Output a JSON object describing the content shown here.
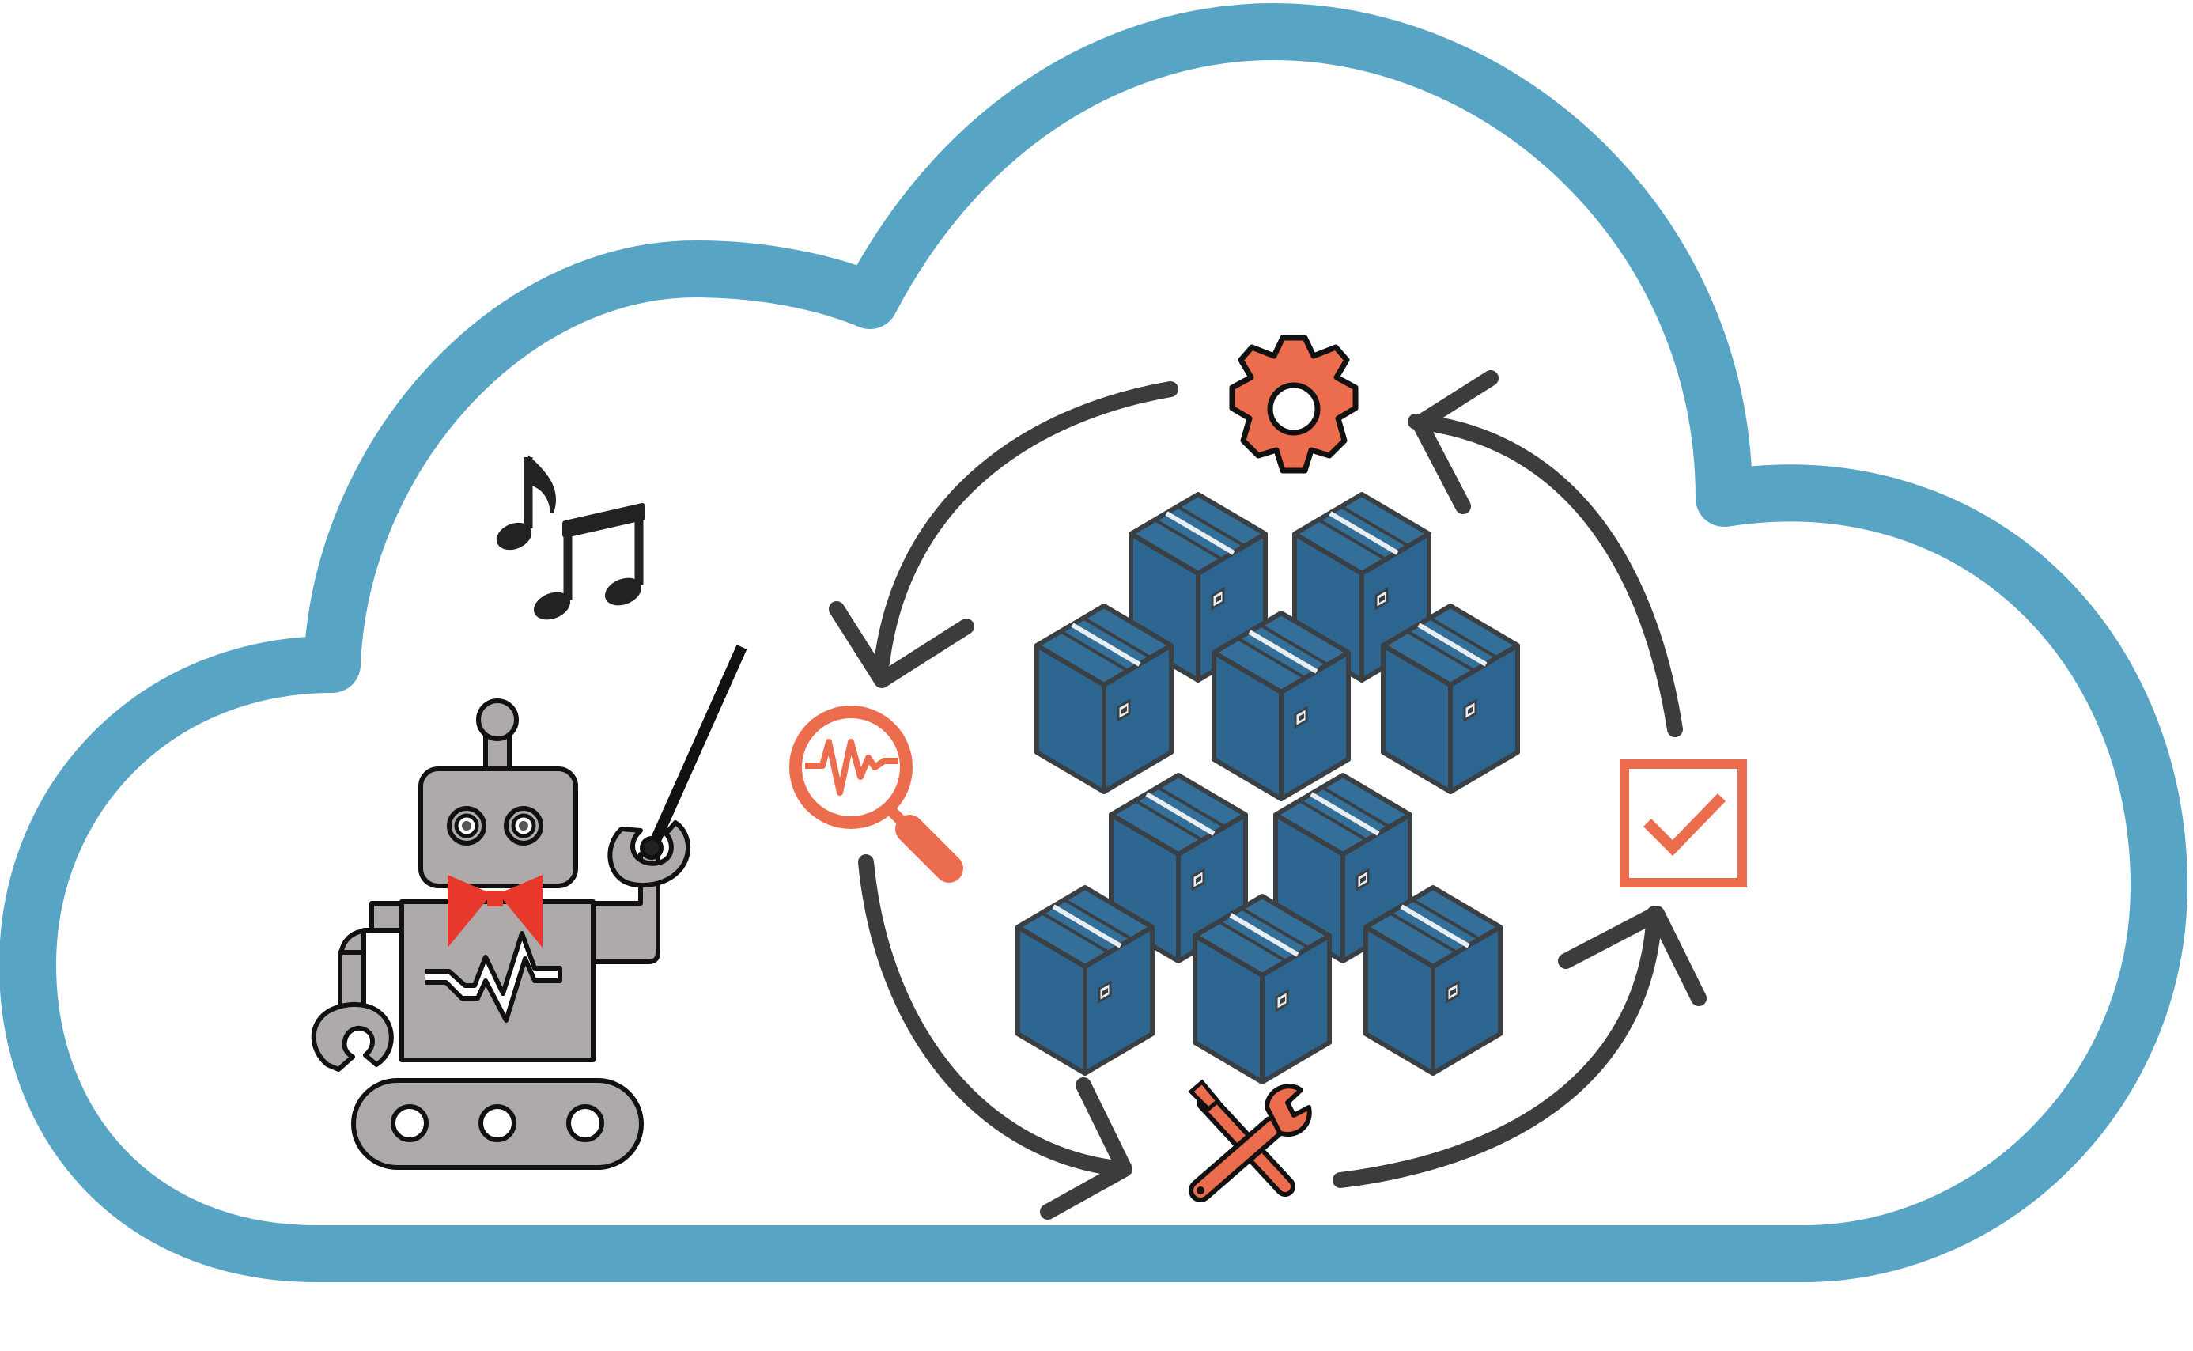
{
  "diagram": {
    "subject": "orchestration-robot-in-cloud",
    "colors": {
      "cloud_outline": "#58a4c4",
      "arrow": "#3c3c3c",
      "accent": "#ec6c4e",
      "box_face": "#2e6a93",
      "box_top": "#346f99",
      "box_stroke": "#3a3f44",
      "robot_body": "#aeaaaa",
      "bow_tie": "#e8372b",
      "outline": "#111111"
    },
    "cycle_steps": [
      {
        "id": "configure",
        "icon": "gear-icon"
      },
      {
        "id": "monitor",
        "icon": "magnifier-pulse-icon"
      },
      {
        "id": "repair",
        "icon": "tools-icon"
      },
      {
        "id": "verify",
        "icon": "checkbox-icon"
      }
    ],
    "containers": {
      "rows": 2,
      "per_row": 5
    },
    "robot": {
      "icons": [
        "robot-head-icon",
        "bow-tie-icon",
        "baton-icon",
        "conveyor-tracks-icon"
      ]
    },
    "music": {
      "icons": [
        "eighth-note-icon",
        "beamed-notes-icon"
      ]
    }
  }
}
